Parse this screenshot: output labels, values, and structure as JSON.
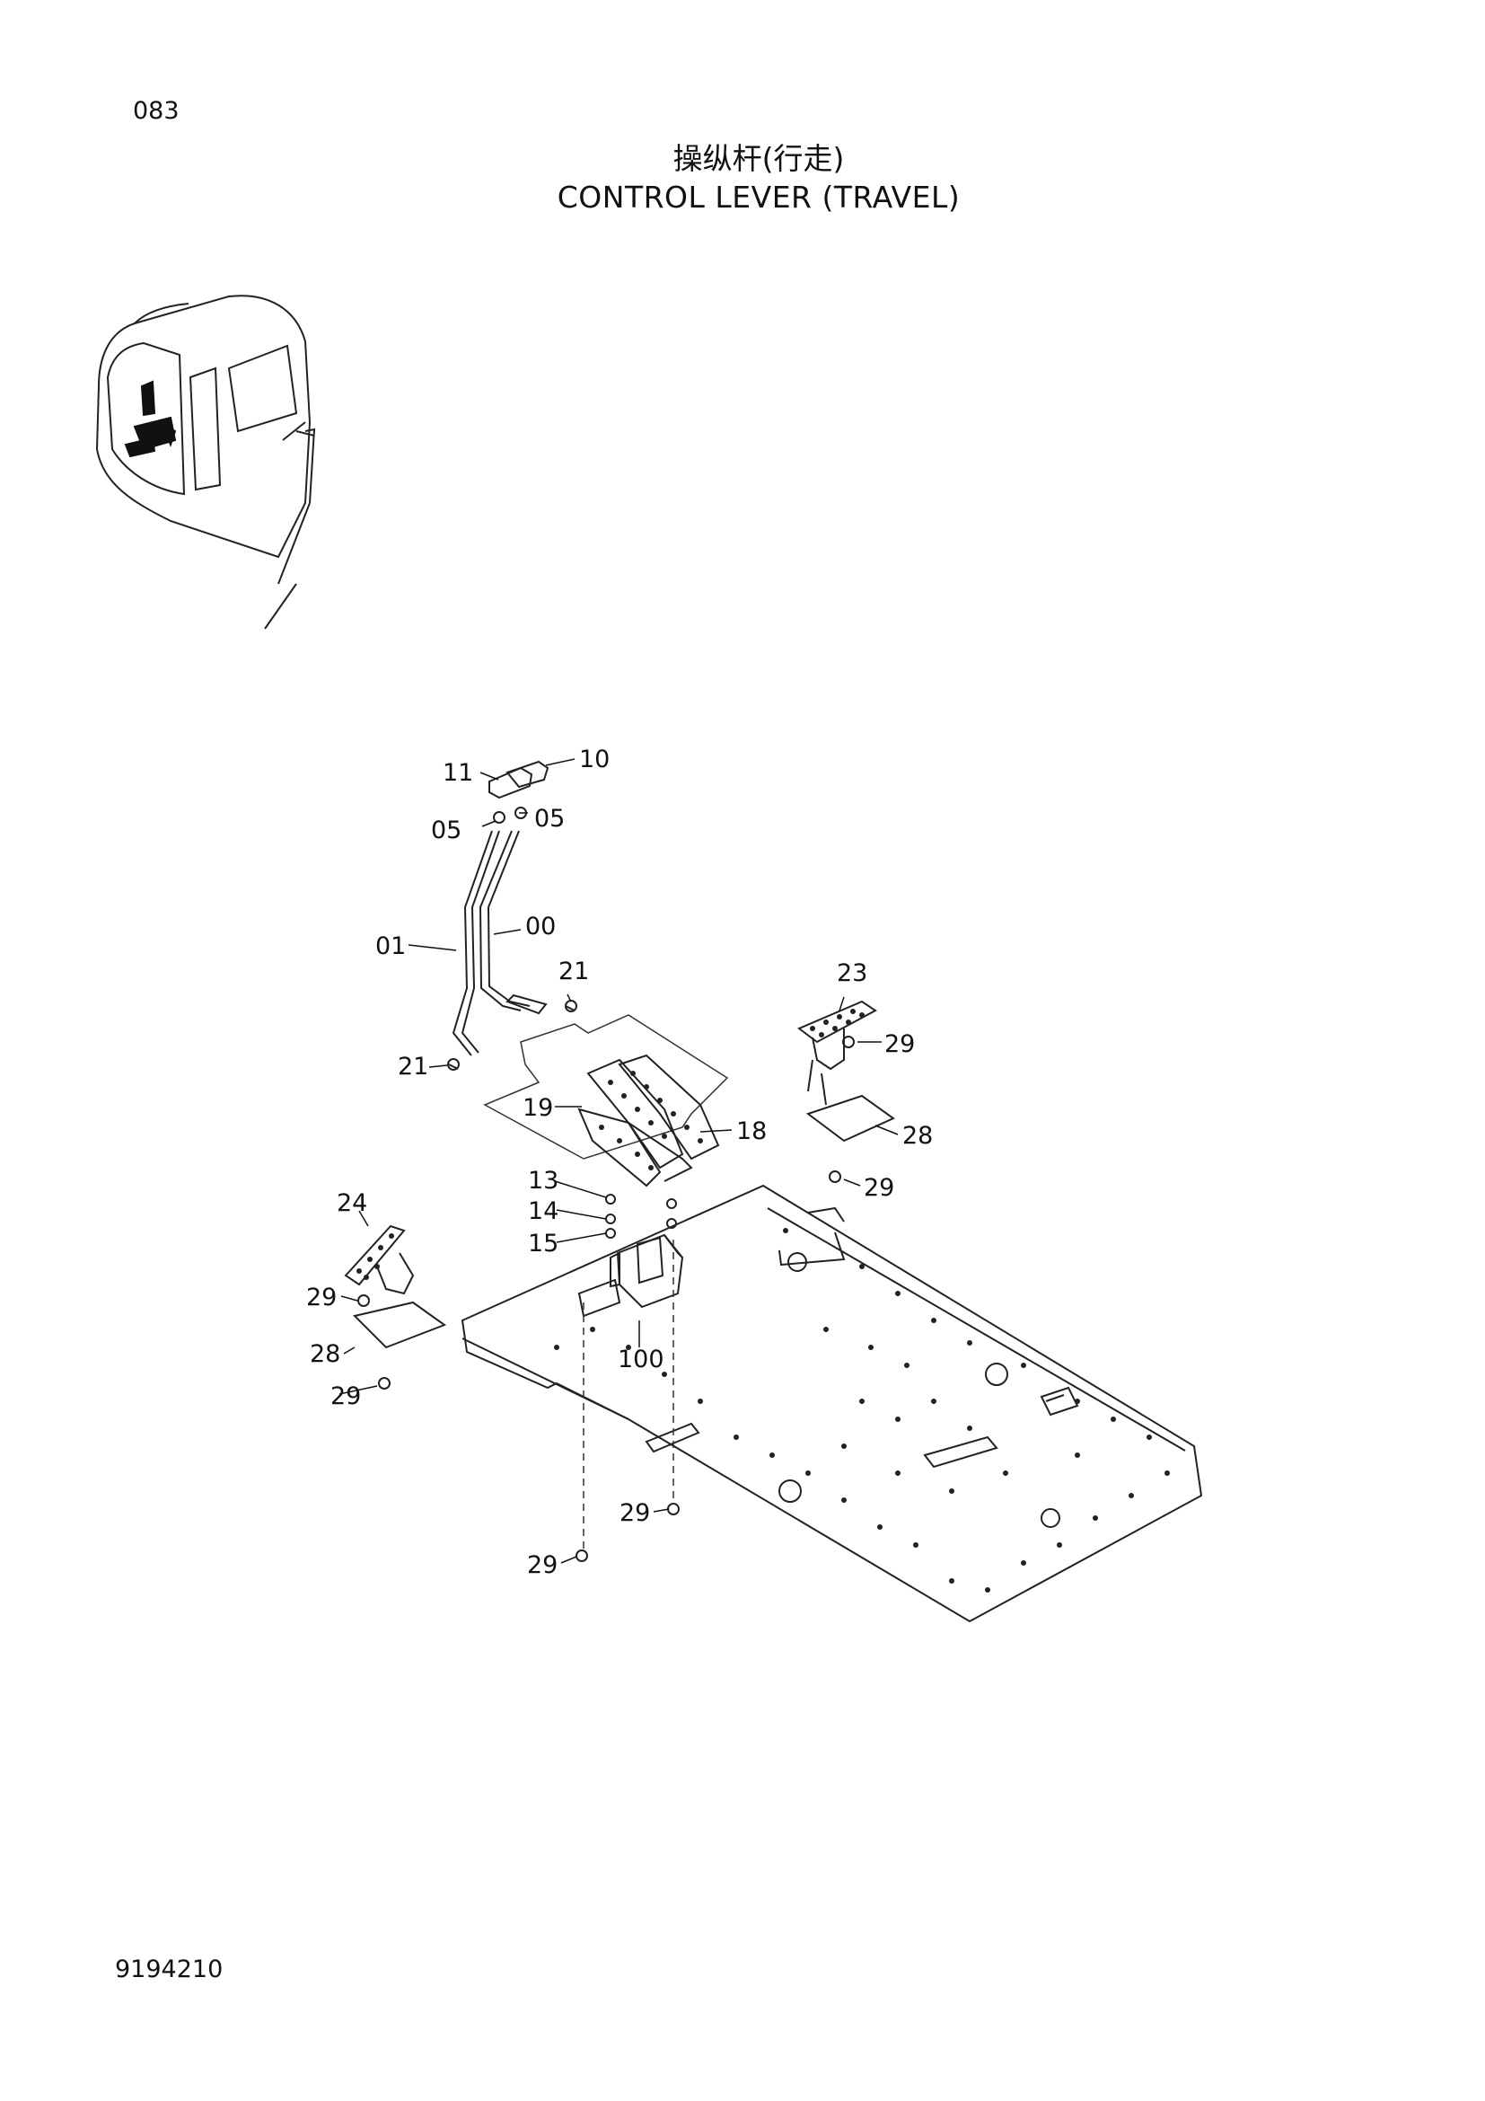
{
  "page_number": "083",
  "title_cn": "操纵杆(行走)",
  "title_en": "CONTROL LEVER (TRAVEL)",
  "doc_code": "9194210",
  "callouts": {
    "c11": "11",
    "c10": "10",
    "c05a": "05",
    "c05b": "05",
    "c01": "01",
    "c00": "00",
    "c21a": "21",
    "c21b": "21",
    "c23": "23",
    "c29a": "29",
    "c19": "19",
    "c18": "18",
    "c28a": "28",
    "c13": "13",
    "c14": "14",
    "c15": "15",
    "c29b": "29",
    "c24": "24",
    "c29c": "29",
    "c28b": "28",
    "c29d": "29",
    "c100": "100",
    "c29e": "29",
    "c29f": "29"
  }
}
